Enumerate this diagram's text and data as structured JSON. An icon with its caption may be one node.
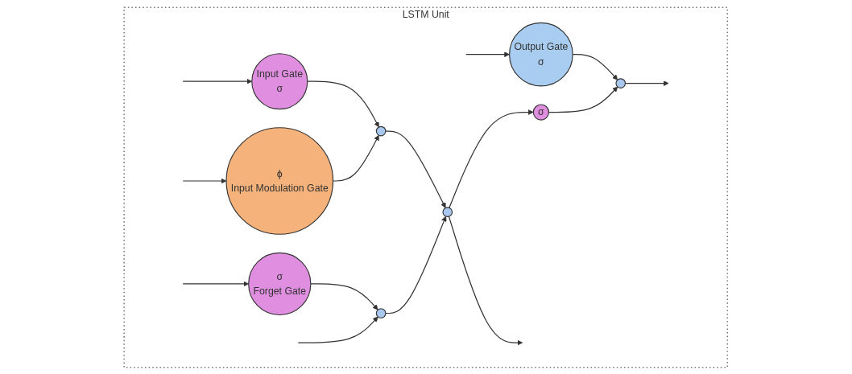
{
  "diagram": {
    "nodes": [
      {
        "text": [
          "LSTM Unit"
        ]
      },
      {
        "text": [
          "Input Gate",
          "σ"
        ],
        "in": 0
      },
      {
        "text": [
          "Output Gate",
          "σ"
        ],
        "in": 0
      },
      {
        "text": [
          "ϕ",
          "Input Modulation Gate"
        ],
        "in": 0
      },
      {
        "text": [],
        "shape": "circle",
        "in": 0
      },
      {
        "text": [],
        "shape": "circle",
        "in": 0
      },
      {
        "text": [
          "σ"
        ],
        "in": 0
      },
      {
        "text": [],
        "shape": "circle",
        "in": 0
      },
      {
        "text": [
          "σ",
          "Forget Gate"
        ],
        "in": 0
      },
      {
        "text": [],
        "shape": "circle",
        "in": 0
      }
    ],
    "edges": [
      {
        "from": null,
        "to": 1,
        "arrow": "to"
      },
      {
        "from": null,
        "to": 2,
        "arrow": "to"
      },
      {
        "from": null,
        "to": 3,
        "arrow": "to"
      },
      {
        "from": null,
        "to": 8,
        "arrow": "to"
      },
      {
        "from": 1,
        "to": 4,
        "arrow": "to"
      },
      {
        "from": 3,
        "to": 4,
        "arrow": "to"
      },
      {
        "from": 4,
        "to": 5,
        "arrow": "to"
      },
      {
        "from": 8,
        "to": 9,
        "arrow": "to"
      },
      {
        "from": null,
        "to": 9,
        "arrow": "to"
      },
      {
        "from": 9,
        "to": 5,
        "arrow": "to"
      },
      {
        "from": 5,
        "to": 6,
        "arrow": "to"
      },
      {
        "from": 2,
        "to": 7,
        "arrow": "to"
      },
      {
        "from": 6,
        "to": 7,
        "arrow": "to"
      },
      {
        "from": 7,
        "to": null,
        "arrow": "to"
      },
      {
        "from": 5,
        "to": null,
        "arrow": "to"
      }
    ]
  }
}
